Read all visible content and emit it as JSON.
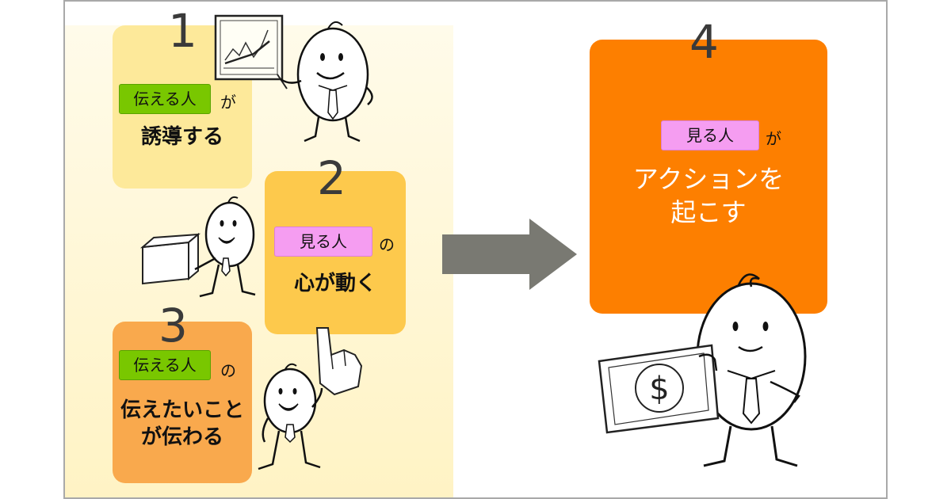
{
  "steps": [
    {
      "number": "1",
      "tag": "伝える人",
      "particle": "が",
      "caption": "誘導する"
    },
    {
      "number": "2",
      "tag": "見る人",
      "particle": "の",
      "caption": "心が動く"
    },
    {
      "number": "3",
      "tag": "伝える人",
      "particle": "の",
      "caption_line1": "伝えたいこと",
      "caption_line2": "が伝わる"
    },
    {
      "number": "4",
      "tag": "見る人",
      "particle": "が",
      "caption_line1": "アクションを",
      "caption_line2": "起こす"
    }
  ],
  "dollar_symbol": "$",
  "colors": {
    "step1_box": "#fde99a",
    "step2_box": "#fdc94c",
    "step3_box": "#f9a94d",
    "step4_box": "#fd7f00",
    "tag_green": "#79c700",
    "tag_pink": "#f59df1",
    "arrow": "#797972"
  },
  "icons": [
    "chart-board-icon",
    "box-icon",
    "pointing-hand-icon",
    "dollar-bill-icon",
    "arrow-right-icon"
  ]
}
